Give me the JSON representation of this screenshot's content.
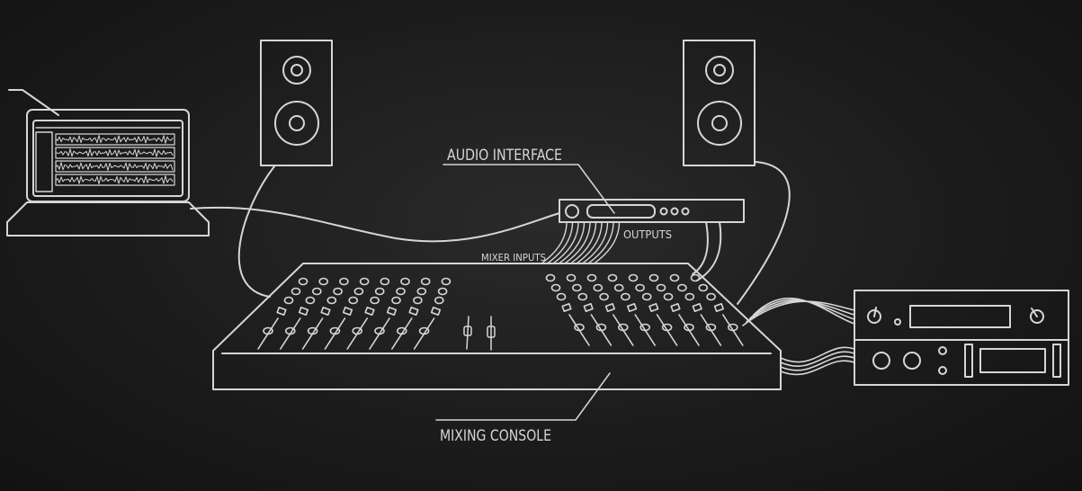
{
  "labels": {
    "audio_interface": "AUDIO INTERFACE",
    "outputs": "OUTPUTS",
    "mixer_inputs": "MIXER INPUTS",
    "mixing_console": "MIXING CONSOLE"
  },
  "colors": {
    "line": "#d6d6d6",
    "background": "#1c1c1c"
  },
  "components": [
    "laptop",
    "speaker-left",
    "speaker-right",
    "audio-interface",
    "mixing-console",
    "outboard-rack"
  ]
}
